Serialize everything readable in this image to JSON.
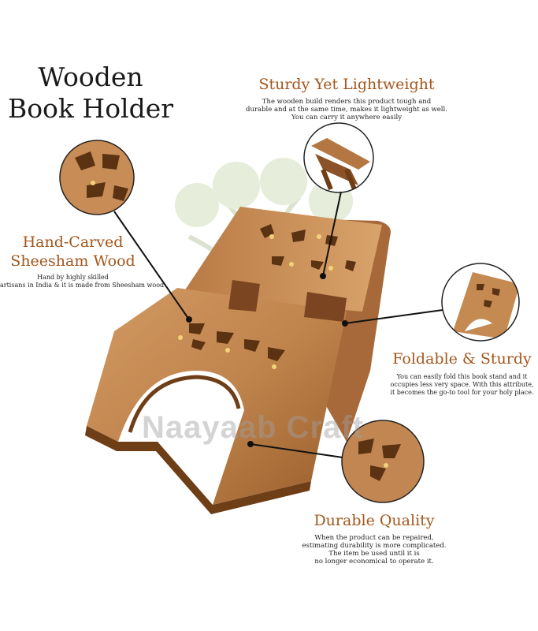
{
  "title": {
    "line1": "Wooden",
    "line2": "Book Holder"
  },
  "features": {
    "sturdy": {
      "title": "Sturdy Yet Lightweight",
      "desc": [
        "The wooden build renders this product tough and",
        "durable and at the same time, makes it lightweight as well.",
        "You can carry it anywhere easily"
      ]
    },
    "carved": {
      "title": [
        "Hand-Carved",
        "Sheesham Wood"
      ],
      "desc": [
        "Hand by highly skilled",
        "artisans in India & it is made from Sheesham wood"
      ]
    },
    "foldable": {
      "title": "Foldable & Sturdy",
      "desc": [
        "You can easily fold this book stand and it",
        "occupies less very space. With this attribute,",
        "it becomes the go-to tool for your holy place."
      ]
    },
    "durable": {
      "title": "Durable Quality",
      "desc": [
        "When the product can be repaired,",
        "estimating durability is more complicated.",
        "The item be used until it is",
        "no longer economical to operate it."
      ]
    }
  },
  "watermark": "Naayaab Craft",
  "colors": {
    "accent": "#a4561c",
    "wood_light": "#c98d57",
    "wood_dark": "#8a5226",
    "tree": "#9ab07a"
  }
}
